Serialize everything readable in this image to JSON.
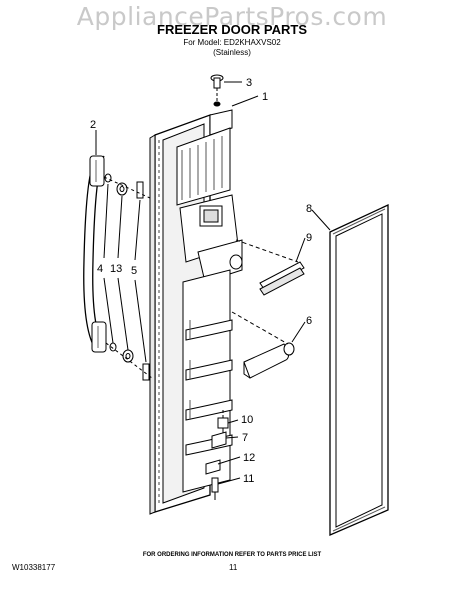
{
  "watermark": "AppliancePartsPros.com",
  "title": "FREEZER DOOR PARTS",
  "model_line": "For Model: ED2KHAXVS02",
  "finish_line": "(Stainless)",
  "footer_note": "FOR ORDERING INFORMATION REFER TO PARTS PRICE LIST",
  "doc_id": "W10338177",
  "page_number": "11",
  "callouts": {
    "c1": "1",
    "c2": "2",
    "c3": "3",
    "c4": "4",
    "c5": "5",
    "c6": "6",
    "c7": "7",
    "c8": "8",
    "c9": "9",
    "c10": "10",
    "c11": "11",
    "c12": "12",
    "c13": "13"
  }
}
